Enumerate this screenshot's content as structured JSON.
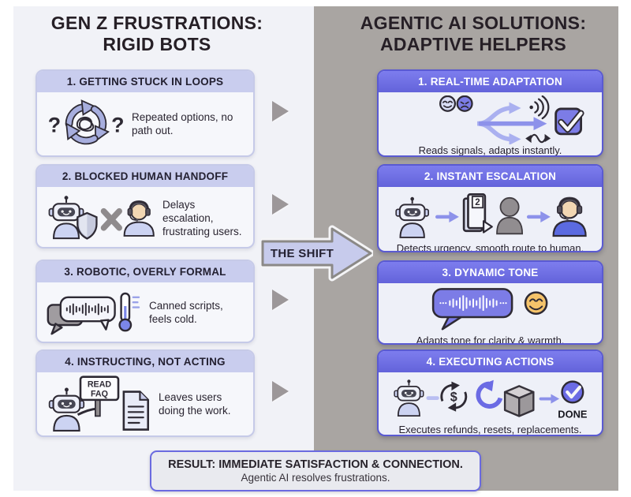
{
  "header": {
    "left_title_line1": "GEN Z FRUSTRATIONS:",
    "left_title_line2": "RIGID BOTS",
    "right_title_line1": "AGENTIC AI SOLUTIONS:",
    "right_title_line2": "ADAPTIVE HELPERS"
  },
  "shift": {
    "label": "THE SHIFT"
  },
  "left_cards": [
    {
      "title": "1. GETTING STUCK IN LOOPS",
      "description": "Repeated options, no path out.",
      "icon": "loop-tangle-question-icon",
      "question_mark": "?"
    },
    {
      "title": "2. BLOCKED HUMAN HANDOFF",
      "description": "Delays escalation, frustrating users.",
      "icon": "robot-shield-x-agent-icon"
    },
    {
      "title": "3. ROBOTIC, OVERLY FORMAL",
      "description": "Canned scripts, feels cold.",
      "icon": "chat-waveform-thermometer-icon"
    },
    {
      "title": "4. INSTRUCTING, NOT ACTING",
      "description": "Leaves users doing the work.",
      "icon": "robot-sign-document-icon",
      "sign_line1": "READ",
      "sign_line2": "FAQ"
    }
  ],
  "right_cards": [
    {
      "title": "1. REAL-TIME ADAPTATION",
      "caption": "Reads signals, adapts instantly.",
      "icon": "faces-branching-arrows-checkbox-icon"
    },
    {
      "title": "2. INSTANT ESCALATION",
      "caption": "Detects urgency, smooth route to human.",
      "icon": "robot-door-person-agent-icon",
      "door_badge": "2"
    },
    {
      "title": "3. DYNAMIC TONE",
      "caption": "Adapts tone for clarity & warmth.",
      "icon": "voice-bubble-smiley-icon"
    },
    {
      "title": "4. EXECUTING ACTIONS",
      "caption": "Executes refunds, resets, replacements.",
      "icon": "robot-refund-reset-box-done-icon",
      "dollar_sign": "$",
      "done_label": "DONE"
    }
  ],
  "result": {
    "line1": "RESULT: IMMEDIATE SATISFACTION & CONNECTION.",
    "line2": "Agentic AI resolves frustrations."
  },
  "colors": {
    "left_background": "#f1f2f7",
    "right_background": "#a9a5a2",
    "left_card_header": "#c9cdee",
    "left_card_body": "#f6f7fb",
    "right_card_header": "#6f6fe2",
    "right_card_body": "#eef0f8",
    "right_card_border": "#5a5ad2",
    "accent_purple": "#7c7ce6",
    "shift_arrow_fill": "#c7cbec",
    "shift_triangle_gray": "#9c9799",
    "title_text": "#261f26",
    "smiley_yellow": "#f5c36a"
  }
}
